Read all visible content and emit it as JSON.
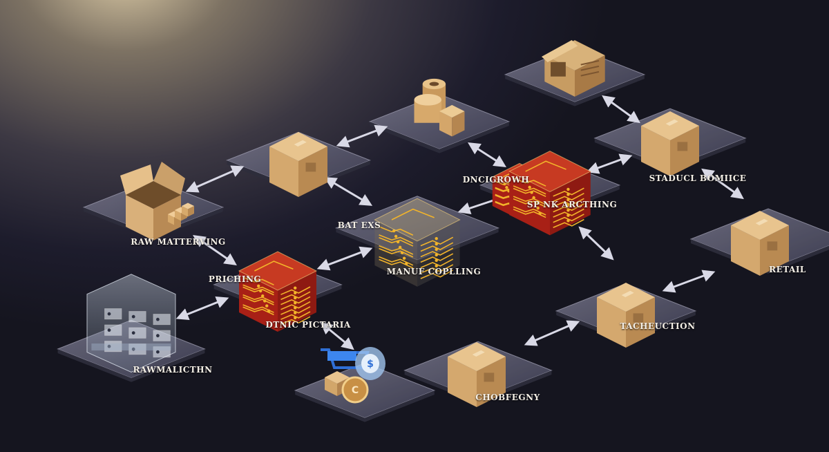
{
  "diagram": {
    "nodes": [
      {
        "id": "raw",
        "label": "RAW MATTERVING",
        "icon": "open-box-icon",
        "kind": "open-box"
      },
      {
        "id": "box2",
        "label": "",
        "icon": "sealed-box-icon",
        "kind": "box"
      },
      {
        "id": "spools",
        "label": "",
        "icon": "spools-icon",
        "kind": "spools"
      },
      {
        "id": "warehouse",
        "label": "",
        "icon": "warehouse-icon",
        "kind": "warehouse"
      },
      {
        "id": "pricing",
        "label": "PRICHING",
        "icon": "circuit-cube-icon",
        "kind": "red-cube"
      },
      {
        "id": "bat",
        "label": "BAT EXS",
        "icon": "circuit-cube-icon",
        "kind": "glass-cube"
      },
      {
        "id": "manufacturing",
        "label": "MANUF COPLLING",
        "icon": "circuit-cube-icon",
        "kind": "glass-cube"
      },
      {
        "id": "dncigrowh",
        "label": "DNCIGROWH",
        "icon": "circuit-cube-icon",
        "kind": "red-cube"
      },
      {
        "id": "spnk",
        "label": "SP NK ARCTHING",
        "icon": "circuit-cube-icon",
        "kind": "red-cube"
      },
      {
        "id": "staducl",
        "label": "STADUCL BOMIICE",
        "icon": "sealed-box-icon",
        "kind": "box"
      },
      {
        "id": "retail",
        "label": "RETAIL",
        "icon": "sealed-box-icon",
        "kind": "box"
      },
      {
        "id": "rawmalicthn",
        "label": "RAWMALICTHN",
        "icon": "glass-grid-icon",
        "kind": "glass-grid"
      },
      {
        "id": "dtnic",
        "label": "DTNIC PICTARIA",
        "icon": "circuit-cube-icon",
        "kind": "red-cube"
      },
      {
        "id": "payment",
        "label": "",
        "icon": "cart-coin-icon",
        "kind": "cart"
      },
      {
        "id": "chobfegny",
        "label": "CHOBFEGNY",
        "icon": "sealed-box-icon",
        "kind": "box"
      },
      {
        "id": "tacheuction",
        "label": "TACHEUCTION",
        "icon": "sealed-box-icon",
        "kind": "box"
      }
    ],
    "colors": {
      "cardboard": "#d9b07a",
      "cardboard_dark": "#a87a46",
      "circuit_red": "#b8281c",
      "circuit_gold": "#f2b42a",
      "platform": "#5e5d6e",
      "arrow": "#d9d9e6"
    }
  }
}
